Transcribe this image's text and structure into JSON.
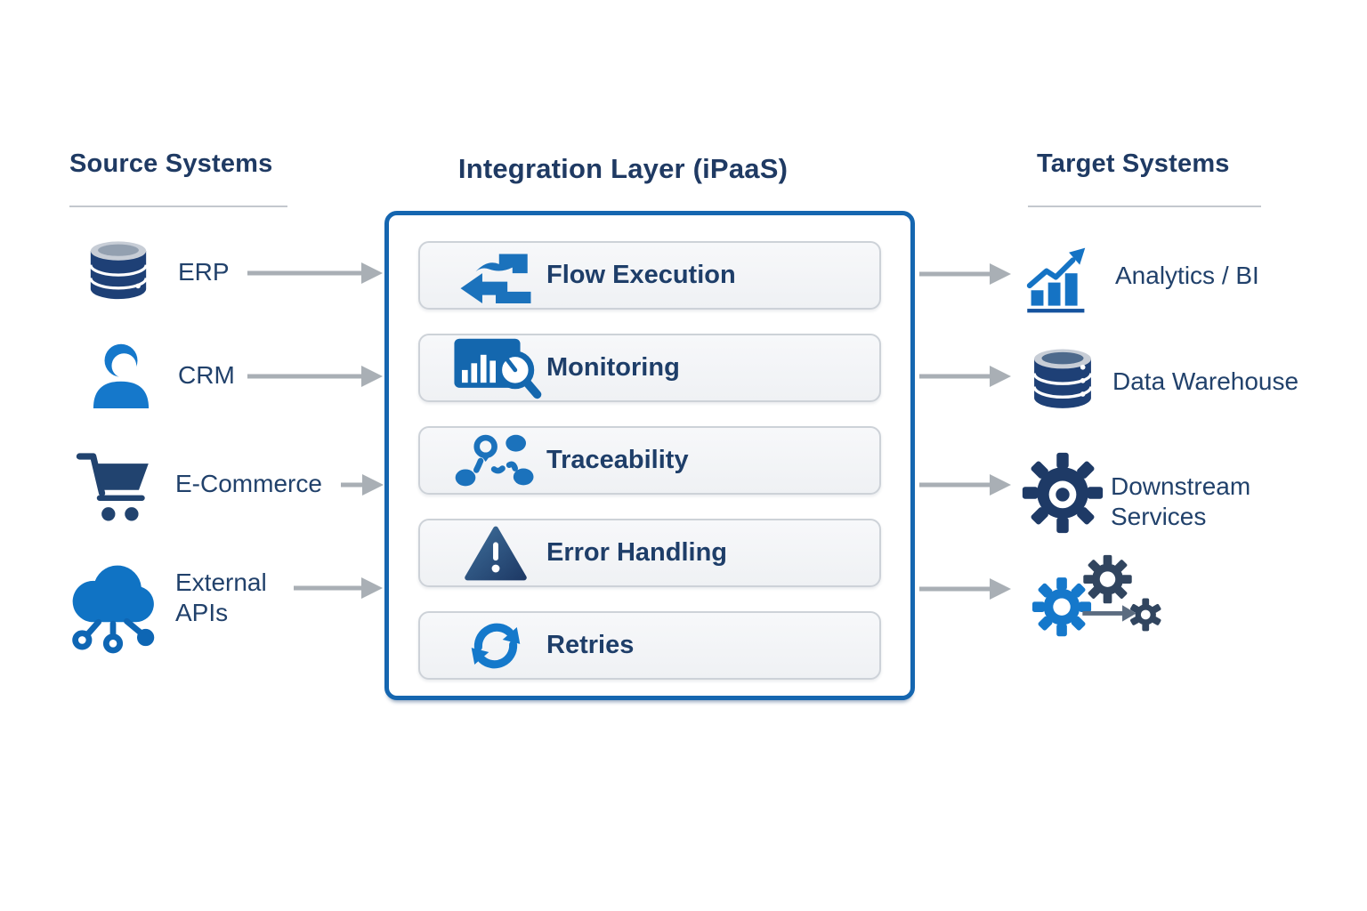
{
  "sources": {
    "title": "Source Systems",
    "items": [
      {
        "label": "ERP",
        "icon": "database-icon"
      },
      {
        "label": "CRM",
        "icon": "user-icon"
      },
      {
        "label": "E-Commerce",
        "icon": "shopping-cart-icon"
      },
      {
        "label": "External APIs",
        "icon": "cloud-api-icon"
      }
    ]
  },
  "integration": {
    "title": "Integration Layer (iPaaS)",
    "items": [
      {
        "label": "Flow Execution",
        "icon": "flow-arrows-icon"
      },
      {
        "label": "Monitoring",
        "icon": "monitoring-icon"
      },
      {
        "label": "Traceability",
        "icon": "traceability-icon"
      },
      {
        "label": "Error Handling",
        "icon": "warning-triangle-icon"
      },
      {
        "label": "Retries",
        "icon": "retry-icon"
      }
    ]
  },
  "targets": {
    "title": "Target Systems",
    "items": [
      {
        "label": "Analytics / BI",
        "icon": "analytics-chart-icon"
      },
      {
        "label": "Data Warehouse",
        "icon": "database-icon"
      },
      {
        "label": "Downstream Services",
        "icon": "gear-icon"
      },
      {
        "label": "",
        "icon": "gears-cluster-icon"
      }
    ]
  },
  "colors": {
    "text_navy": "#1F3A63",
    "accent_border_blue": "#1566B0",
    "icon_bright_blue": "#1578CB",
    "icon_navy": "#21436F",
    "arrow_gray": "#A9AFB5",
    "panel_bg": "#F4F5F7",
    "panel_border": "#CDD2D8"
  }
}
